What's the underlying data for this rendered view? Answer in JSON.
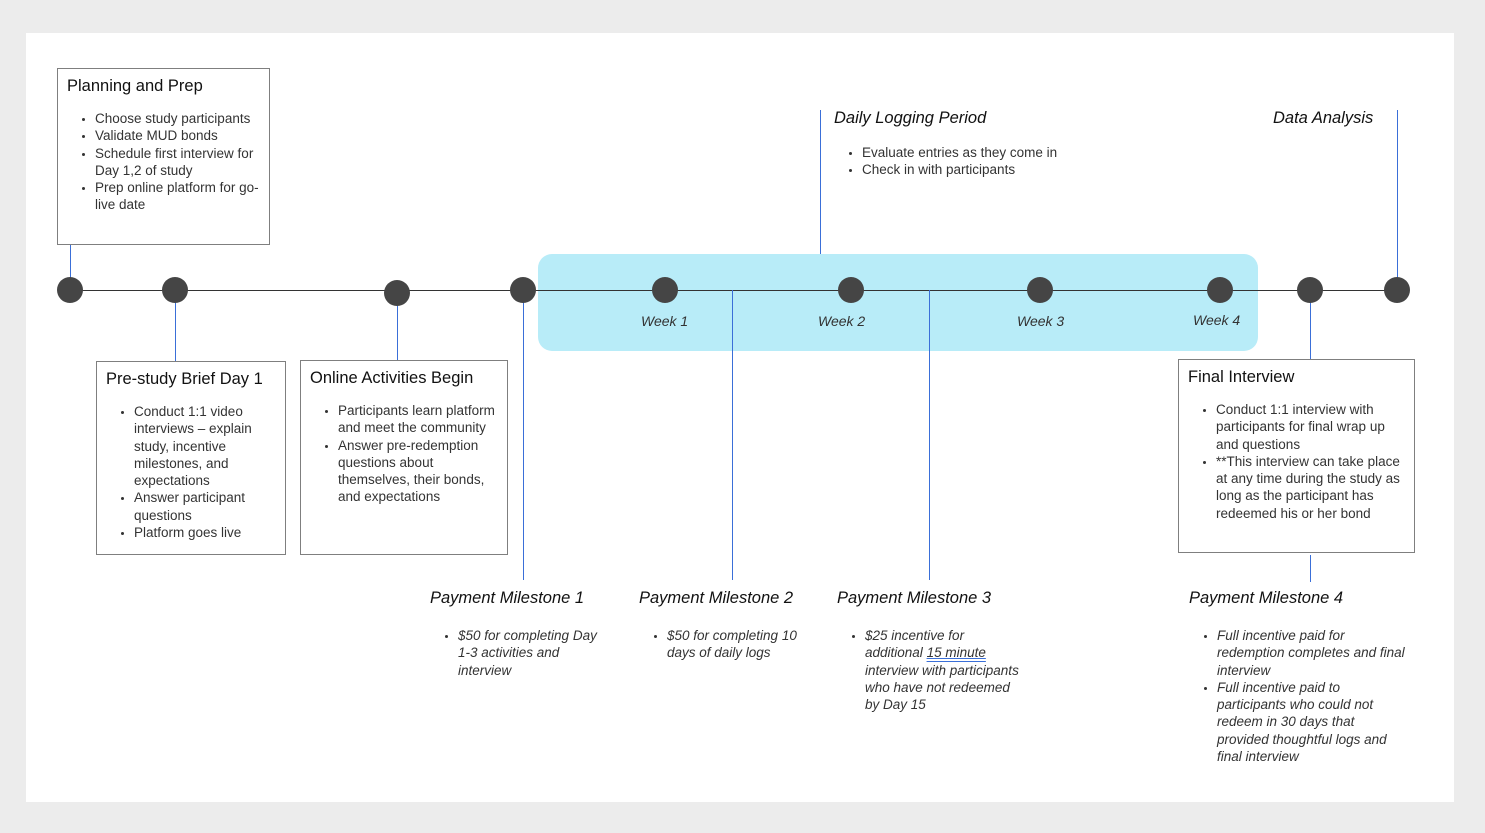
{
  "planning": {
    "title": "Planning and Prep",
    "items": [
      "Choose study participants",
      "Validate MUD bonds",
      "Schedule first interview for Day 1,2 of study",
      "Prep online platform for go-live date"
    ]
  },
  "daily_logging": {
    "title": "Daily Logging Period",
    "items": [
      "Evaluate entries as they come in",
      "Check in with participants"
    ]
  },
  "data_analysis": {
    "title": "Data Analysis"
  },
  "prestudy": {
    "title": "Pre-study Brief Day 1",
    "items": [
      "Conduct 1:1 video interviews – explain study, incentive milestones, and expectations",
      "Answer participant questions",
      "Platform goes live"
    ]
  },
  "online_activities": {
    "title": "Online Activities Begin",
    "items": [
      "Participants learn platform and meet the community",
      "Answer pre-redemption questions about themselves, their bonds, and expectations"
    ]
  },
  "final_interview": {
    "title": "Final Interview",
    "items": [
      "Conduct 1:1 interview with participants for final wrap up and questions",
      "**This interview  can take place at any time during the study as long as the participant has redeemed his or her bond"
    ]
  },
  "weeks": [
    "Week 1",
    "Week 2",
    "Week 3",
    "Week 4"
  ],
  "milestone1": {
    "title": "Payment Milestone 1",
    "items": [
      "$50 for completing Day 1-3 activities and interview"
    ]
  },
  "milestone2": {
    "title": "Payment Milestone 2",
    "items": [
      "$50 for completing 10 days of daily logs"
    ]
  },
  "milestone3": {
    "title": "Payment Milestone 3",
    "item_pre": "$25 incentive for additional ",
    "item_link": "15 minute",
    "item_post": " interview with participants who have not redeemed by Day 15"
  },
  "milestone4": {
    "title": "Payment Milestone 4",
    "items": [
      "Full incentive paid for redemption completes and final interview",
      "Full incentive paid to participants who could not redeem in 30 days that provided thoughtful logs and final interview"
    ]
  },
  "colors": {
    "week_band": "#b8ecf8",
    "connector": "#3a6fd8",
    "dot": "#454545"
  }
}
